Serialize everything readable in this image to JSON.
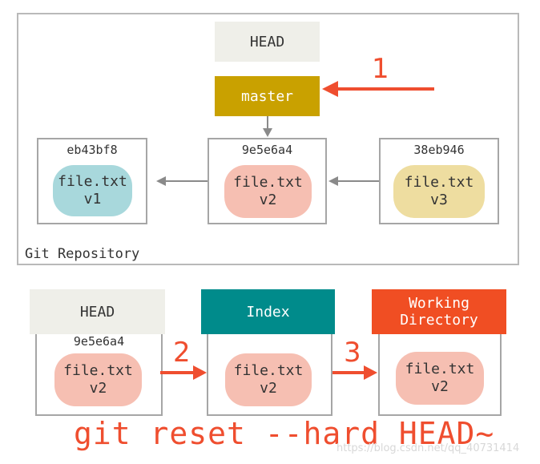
{
  "colors": {
    "master": "#c9a100",
    "index": "#008b8b",
    "working_dir": "#f04e23",
    "blob_v1": "#a8d8dc",
    "blob_v2": "#f6bfb2",
    "blob_v3": "#eedda0",
    "step_red": "#ef4e2f"
  },
  "repository": {
    "label": "Git Repository",
    "head": "HEAD",
    "branch": "master",
    "commits": [
      {
        "hash": "eb43bf8",
        "file": "file.txt",
        "version": "v1"
      },
      {
        "hash": "9e5e6a4",
        "file": "file.txt",
        "version": "v2"
      },
      {
        "hash": "38eb946",
        "file": "file.txt",
        "version": "v3"
      }
    ]
  },
  "trees": {
    "head": {
      "label": "HEAD",
      "hash": "9e5e6a4",
      "file": "file.txt",
      "version": "v2"
    },
    "index": {
      "label": "Index",
      "file": "file.txt",
      "version": "v2"
    },
    "working": {
      "label_line1": "Working",
      "label_line2": "Directory",
      "file": "file.txt",
      "version": "v2"
    }
  },
  "steps": [
    "1",
    "2",
    "3"
  ],
  "command": "git reset --hard HEAD~",
  "watermark": "https://blog.csdn.net/qq_40731414"
}
